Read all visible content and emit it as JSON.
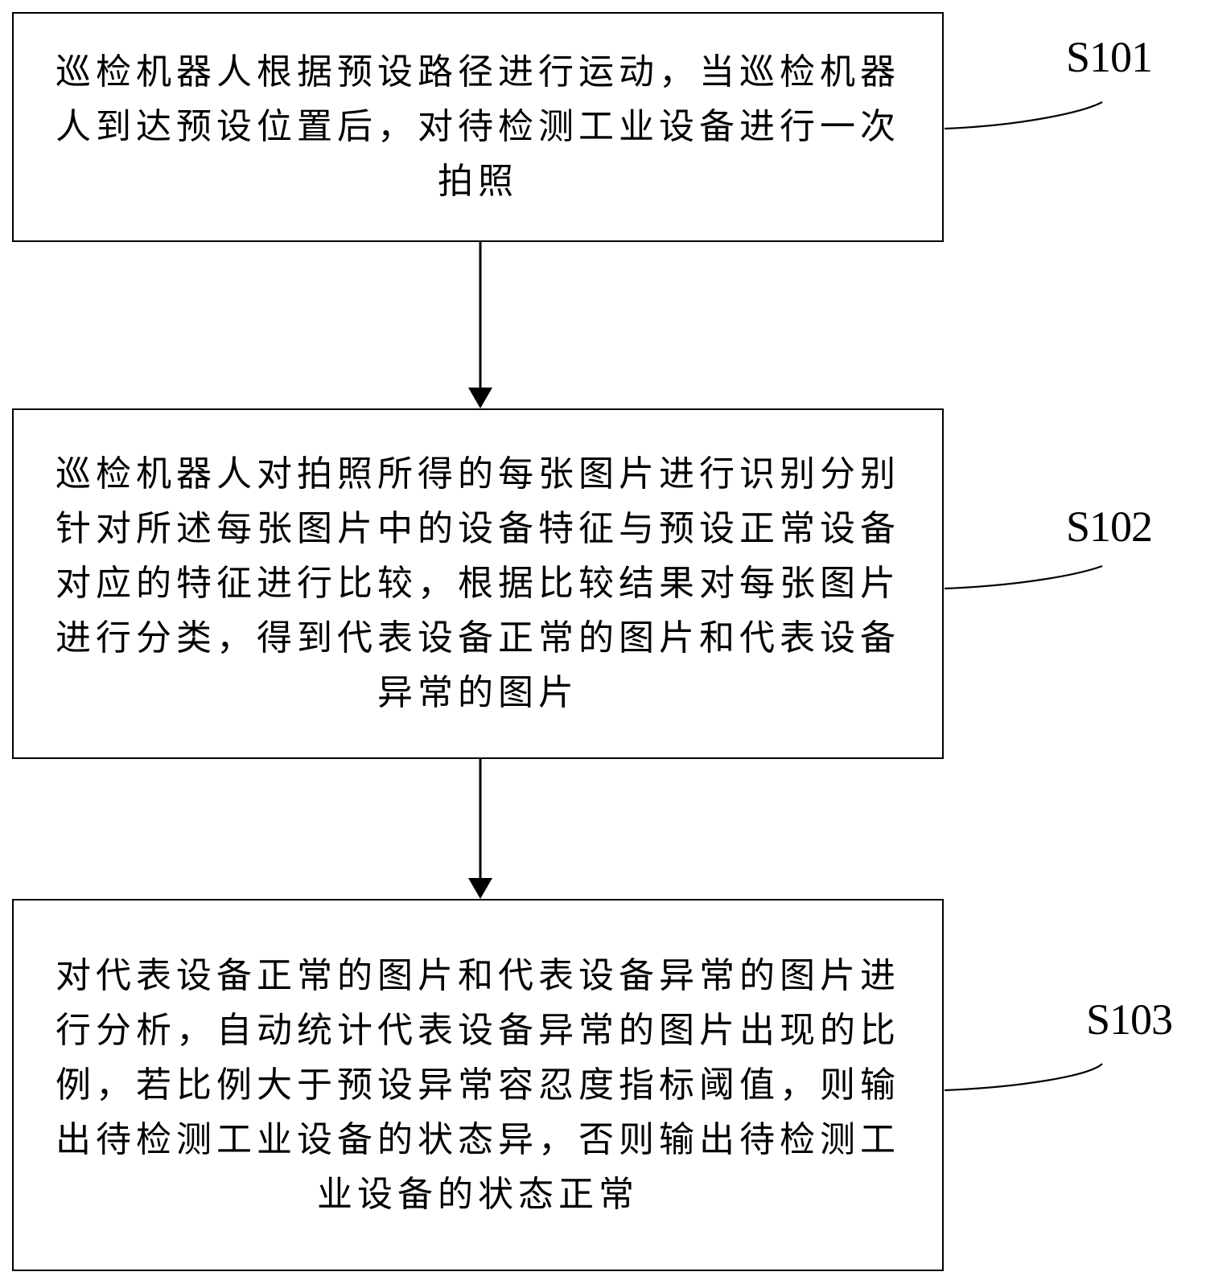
{
  "diagram": {
    "type": "flowchart",
    "steps": [
      {
        "id": "S101",
        "label": "S101",
        "text": "巡检机器人根据预设路径进行运动，当巡检机器人到达预设位置后，对待检测工业设备进行一次拍照"
      },
      {
        "id": "S102",
        "label": "S102",
        "text": "巡检机器人对拍照所得的每张图片进行识别分别针对所述每张图片中的设备特征与预设正常设备对应的特征进行比较，根据比较结果对每张图片进行分类，得到代表设备正常的图片和代表设备异常的图片"
      },
      {
        "id": "S103",
        "label": "S103",
        "text": "对代表设备正常的图片和代表设备异常的图片进行分析，自动统计代表设备异常的图片出现的比例，若比例大于预设异常容忍度指标阈值，则输出待检测工业设备的状态异，否则输出待检测工业设备的状态正常"
      }
    ],
    "edges": [
      {
        "from": "S101",
        "to": "S102"
      },
      {
        "from": "S102",
        "to": "S103"
      }
    ],
    "colors": {
      "stroke": "#000000",
      "background": "#ffffff"
    }
  }
}
